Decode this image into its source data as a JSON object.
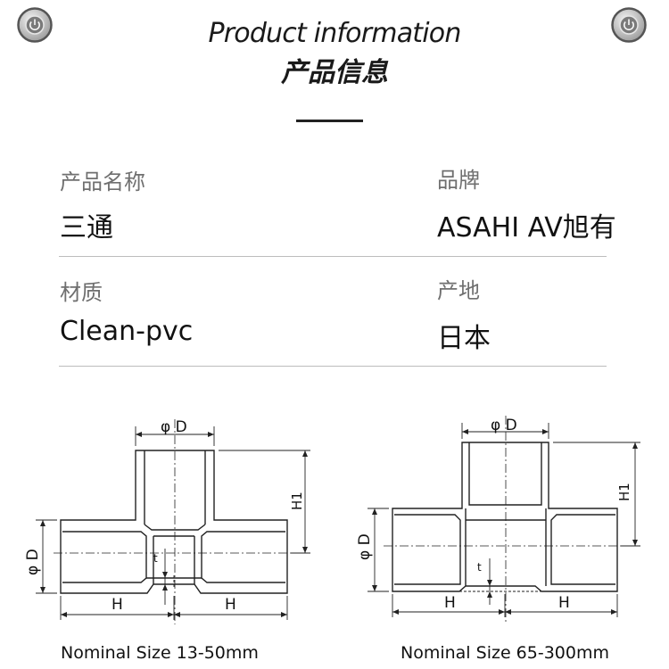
{
  "header": {
    "title_en": "Product information",
    "title_cn": "产品信息"
  },
  "specs": [
    {
      "label": "产品名称",
      "value": "三通"
    },
    {
      "label": "品牌",
      "value": "ASAHI AV旭有"
    },
    {
      "label": "材质",
      "value": "Clean-pvc"
    },
    {
      "label": "产地",
      "value": "日本"
    }
  ],
  "drawings": {
    "small": {
      "caption": "Nominal Size 13-50mm",
      "dim_D": "φ D",
      "dim_side_D": "φ D",
      "dim_H1": "H1",
      "dim_t": "t",
      "dim_H_left": "H",
      "dim_H_right": "H"
    },
    "large": {
      "caption": "Nominal Size 65-300mm",
      "dim_D": "φ D",
      "dim_side_D": "φ D",
      "dim_H1": "H1",
      "dim_t": "t",
      "dim_H_left": "H",
      "dim_H_right": "H"
    }
  },
  "icons": {
    "left_corner": "power-icon",
    "right_corner": "power-icon"
  }
}
